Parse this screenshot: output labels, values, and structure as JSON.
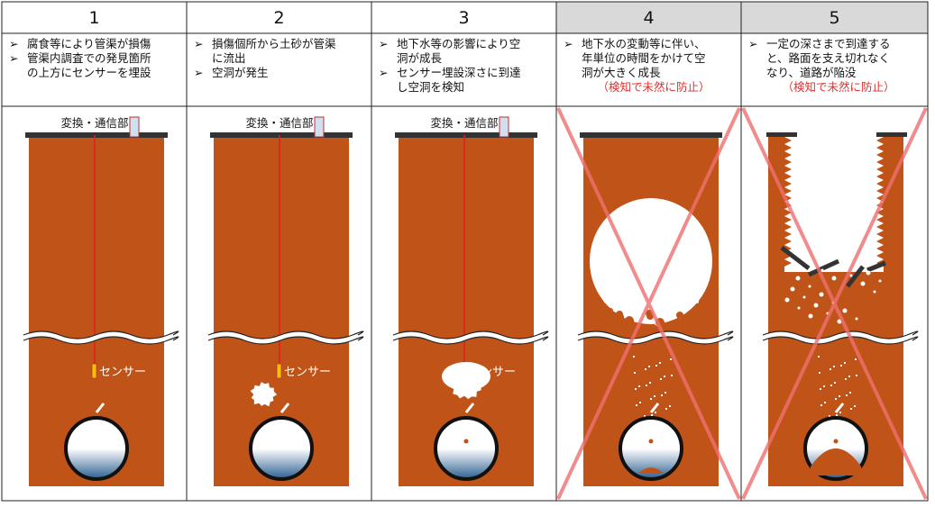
{
  "panels": [
    {
      "number": "1",
      "bullets": [
        [
          "腐食等により管渠が損傷"
        ],
        [
          "管渠内調査での発見箇所",
          "の上方にセンサーを埋設"
        ]
      ],
      "note": "",
      "unit_label": "変換・通信部",
      "sensor_label": "センサー"
    },
    {
      "number": "2",
      "bullets": [
        [
          "損傷個所から土砂が管渠",
          "に流出"
        ],
        [
          "空洞が発生"
        ]
      ],
      "note": "",
      "unit_label": "変換・通信部",
      "sensor_label": "センサー"
    },
    {
      "number": "3",
      "bullets": [
        [
          "地下水等の影響により空",
          "洞が成長"
        ],
        [
          "センサー埋設深さに到達",
          "し空洞を検知"
        ]
      ],
      "note": "",
      "unit_label": "変換・通信部",
      "sensor_label": "センサー"
    },
    {
      "number": "4",
      "bullets": [
        [
          "地下水の変動等に伴い、",
          "年単位の時間をかけて空",
          "洞が大きく成長"
        ]
      ],
      "note": "（検知で未然に防止）",
      "unit_label": "",
      "sensor_label": ""
    },
    {
      "number": "5",
      "bullets": [
        [
          "一定の深さまで到達する",
          "と、路面を支え切れなく",
          "なり、道路が陥没"
        ]
      ],
      "note": "（検知で未然に防止）",
      "unit_label": "",
      "sensor_label": ""
    }
  ],
  "bullet_mark": "➢",
  "colors": {
    "soil": "#c05418",
    "header_gray": "#d9d9d9",
    "note_red": "#e03030",
    "cross_red": "#f07070",
    "cable_red": "#e02020",
    "sensor_yellow": "#f5c400",
    "pipe_blue": "#2a5f8f"
  }
}
